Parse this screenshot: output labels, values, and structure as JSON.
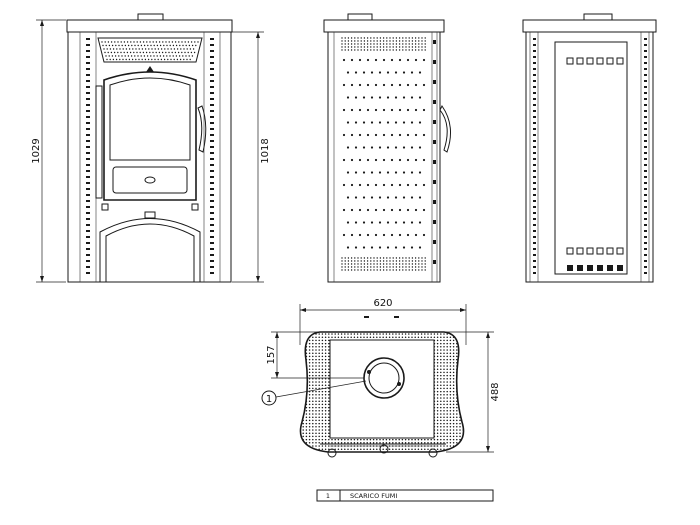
{
  "dimensions": {
    "front_height_total": "1029",
    "front_height_body": "1018",
    "top_width": "620",
    "top_depth": "488",
    "flue_offset": "157"
  },
  "callouts": {
    "flue_marker": "1"
  },
  "legend": {
    "number": "1",
    "label": "SCARICO FUMI"
  }
}
